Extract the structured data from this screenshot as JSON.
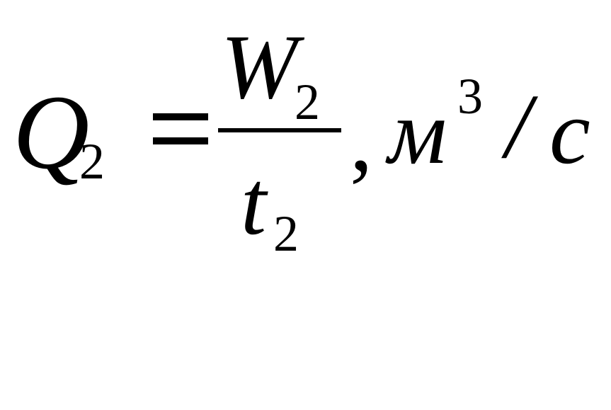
{
  "formula": {
    "lhs_symbol": "Q",
    "lhs_subscript": "2",
    "equals": "=",
    "numerator_symbol": "W",
    "numerator_subscript": "2",
    "denominator_symbol": "t",
    "denominator_subscript": "2",
    "comma": ",",
    "unit_base": "м",
    "unit_exponent": "3",
    "unit_slash": "/",
    "unit_denominator": "с"
  }
}
